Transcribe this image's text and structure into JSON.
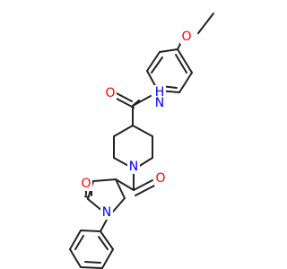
{
  "colors": {
    "bond": "#222222",
    "oxygen": "#ff0000",
    "nitrogen": "#0000ff",
    "background": "#ffffff"
  },
  "atoms": {
    "methoxy_oxygen": "O",
    "amide_oxygen": "O",
    "amide_nitrogen_hydrogen": "H",
    "amide_nitrogen": "N",
    "piperidine_nitrogen": "N",
    "ketone_oxygen": "O",
    "lactam_oxygen": "O",
    "lactam_nitrogen": "N"
  }
}
